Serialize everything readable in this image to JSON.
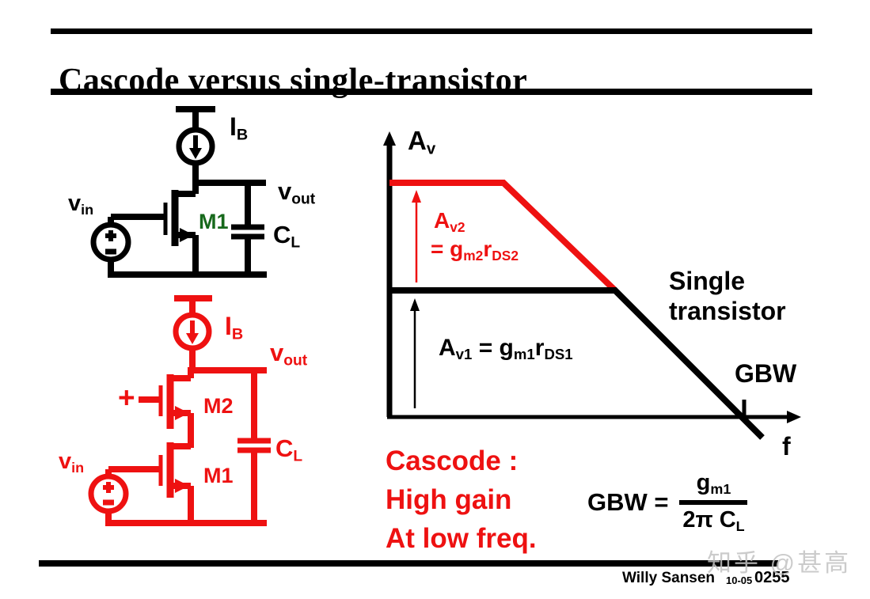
{
  "title": "Cascode versus single-transistor",
  "colors": {
    "accent_red": "#ee1111",
    "transistor_green": "#17691c",
    "ink_black": "#000000",
    "watermark_gray": "#c3c3c3"
  },
  "circuit_black": {
    "ib": {
      "base": "I",
      "sub": "B"
    },
    "vin": {
      "base": "v",
      "sub": "in"
    },
    "vout": {
      "base": "v",
      "sub": "out"
    },
    "cl": {
      "base": "C",
      "sub": "L"
    },
    "m1": "M1"
  },
  "circuit_red": {
    "ib": {
      "base": "I",
      "sub": "B"
    },
    "vin": {
      "base": "v",
      "sub": "in"
    },
    "vout": {
      "base": "v",
      "sub": "out"
    },
    "cl": {
      "base": "C",
      "sub": "L"
    },
    "m1": "M1",
    "m2": "M2",
    "bias_plus": "+"
  },
  "graph": {
    "y_axis_label": {
      "base": "A",
      "sub": "v"
    },
    "x_axis_label": "f",
    "gbw_label": "GBW",
    "single_line1": "Single",
    "single_line2": "transistor",
    "av2_line1": {
      "base": "A",
      "sub": "v2"
    },
    "av2_line2": {
      "eq": "= g",
      "sub1": "m2",
      "mid": "r",
      "sub2": "DS2"
    },
    "av1": {
      "base": "A",
      "sub": "v1",
      "eq": " = g",
      "sub1": "m1",
      "mid": "r",
      "sub2": "DS1"
    }
  },
  "chart_data": {
    "type": "line",
    "ylabel": "Av",
    "xlabel": "f",
    "series": [
      {
        "name": "Cascode (red)",
        "shape": "flat at Av2 level, then -20dB/dec roll-off merging into single-transistor curve"
      },
      {
        "name": "Single transistor (black)",
        "shape": "flat at Av1 level, then -20dB/dec roll-off crossing f axis at GBW"
      }
    ],
    "annotations": [
      "Av2 = gm2 rDS2 (gain increase of cascode)",
      "Av1 = gm1 rDS1",
      "GBW crossing marked on f axis"
    ]
  },
  "callout": {
    "line1": "Cascode :",
    "line2": "High gain",
    "line3": "At low freq."
  },
  "formula": {
    "lhs": "GBW =",
    "num_base": "g",
    "num_sub": "m1",
    "den_base": "2π C",
    "den_sub": "L"
  },
  "footer": {
    "author": "Willy Sansen",
    "date": "10-05",
    "page": "0255",
    "watermark": "知乎 @甚高"
  }
}
